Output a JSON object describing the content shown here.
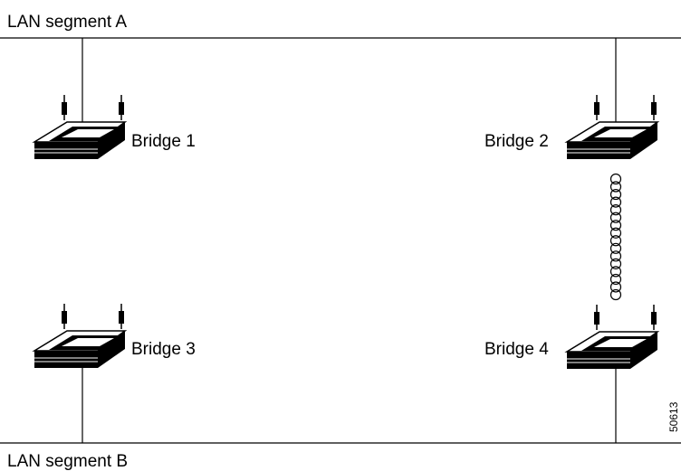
{
  "diagram": {
    "segment_top_label": "LAN segment A",
    "segment_bottom_label": "LAN segment B",
    "bridges": [
      {
        "id": "bridge-1",
        "label": "Bridge 1"
      },
      {
        "id": "bridge-2",
        "label": "Bridge 2"
      },
      {
        "id": "bridge-3",
        "label": "Bridge 3"
      },
      {
        "id": "bridge-4",
        "label": "Bridge 4"
      }
    ],
    "link_2_4": {
      "kind": "wireless",
      "style": "coil"
    },
    "figure_id": "50613",
    "colors": {
      "line": "#000000",
      "background": "#ffffff"
    }
  }
}
